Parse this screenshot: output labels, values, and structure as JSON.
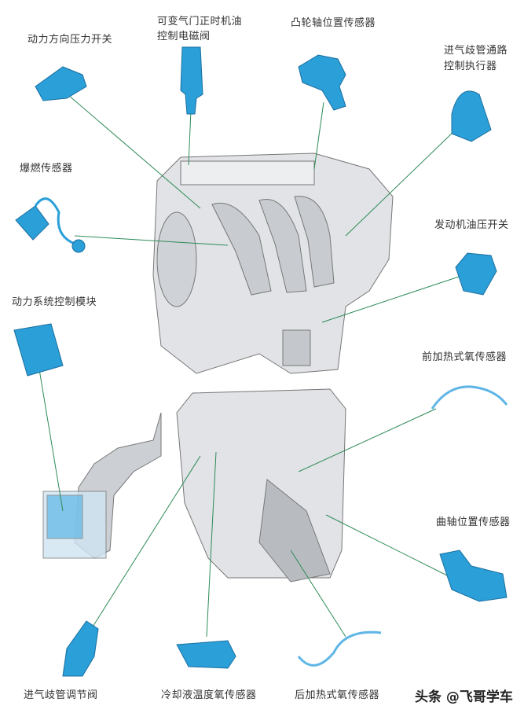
{
  "labels": {
    "power_steering_pressure_switch": "动力方向压力开关",
    "vvt_solenoid_line1": "可变气门正时机油",
    "vvt_solenoid_line2": "控制电磁阀",
    "camshaft_position_sensor": "凸轮轴位置传感器",
    "intake_passage_actuator_line1": "进气歧管通路",
    "intake_passage_actuator_line2": "控制执行器",
    "knock_sensor": "爆燃传感器",
    "oil_pressure_switch": "发动机油压开关",
    "powertrain_control_module": "动力系统控制模块",
    "front_heated_o2_sensor": "前加热式氧传感器",
    "crankshaft_position_sensor": "曲轴位置传感器",
    "intake_manifold_tuning_valve": "进气歧管调节阀",
    "coolant_temp_sensor": "冷却液温度氧传感器",
    "rear_heated_o2_sensor": "后加热式氧传感器"
  },
  "watermark": "头条 @飞哥学车",
  "colors": {
    "component": "#2a9fd8",
    "leader_line": "#2e8b57",
    "engine": "#d9dcdf",
    "text": "#333333"
  }
}
